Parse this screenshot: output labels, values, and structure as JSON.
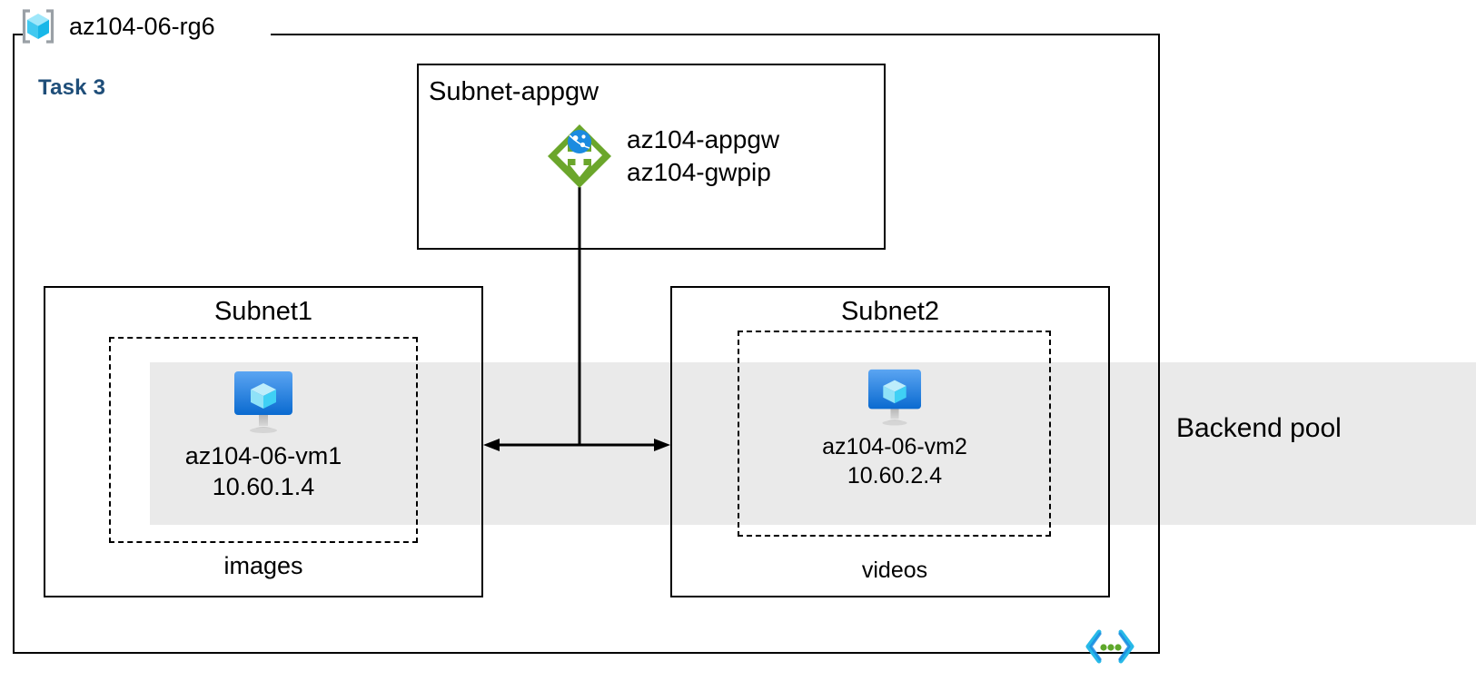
{
  "resource_group": {
    "name": "az104-06-rg6",
    "icon": "resource-group-cube-icon"
  },
  "task": {
    "label": "Task 3",
    "color": "#1F4E79"
  },
  "backend_pool": {
    "label": "Backend pool",
    "band_color": "#EAEAEA"
  },
  "subnets": {
    "appgw": {
      "title": "Subnet-appgw",
      "gateway": {
        "icon": "application-gateway-icon",
        "name": "az104-appgw",
        "public_ip": "az104-gwpip",
        "icon_color": "#6BA62B"
      }
    },
    "subnet1": {
      "title": "Subnet1",
      "group_label": "images",
      "vm": {
        "icon": "virtual-machine-icon",
        "name": "az104-06-vm1",
        "ip": "10.60.1.4"
      }
    },
    "subnet2": {
      "title": "Subnet2",
      "group_label": "videos",
      "vm": {
        "icon": "virtual-machine-icon",
        "name": "az104-06-vm2",
        "ip": "10.60.2.4"
      }
    }
  },
  "footer": {
    "icon": "code-brackets-icon"
  }
}
